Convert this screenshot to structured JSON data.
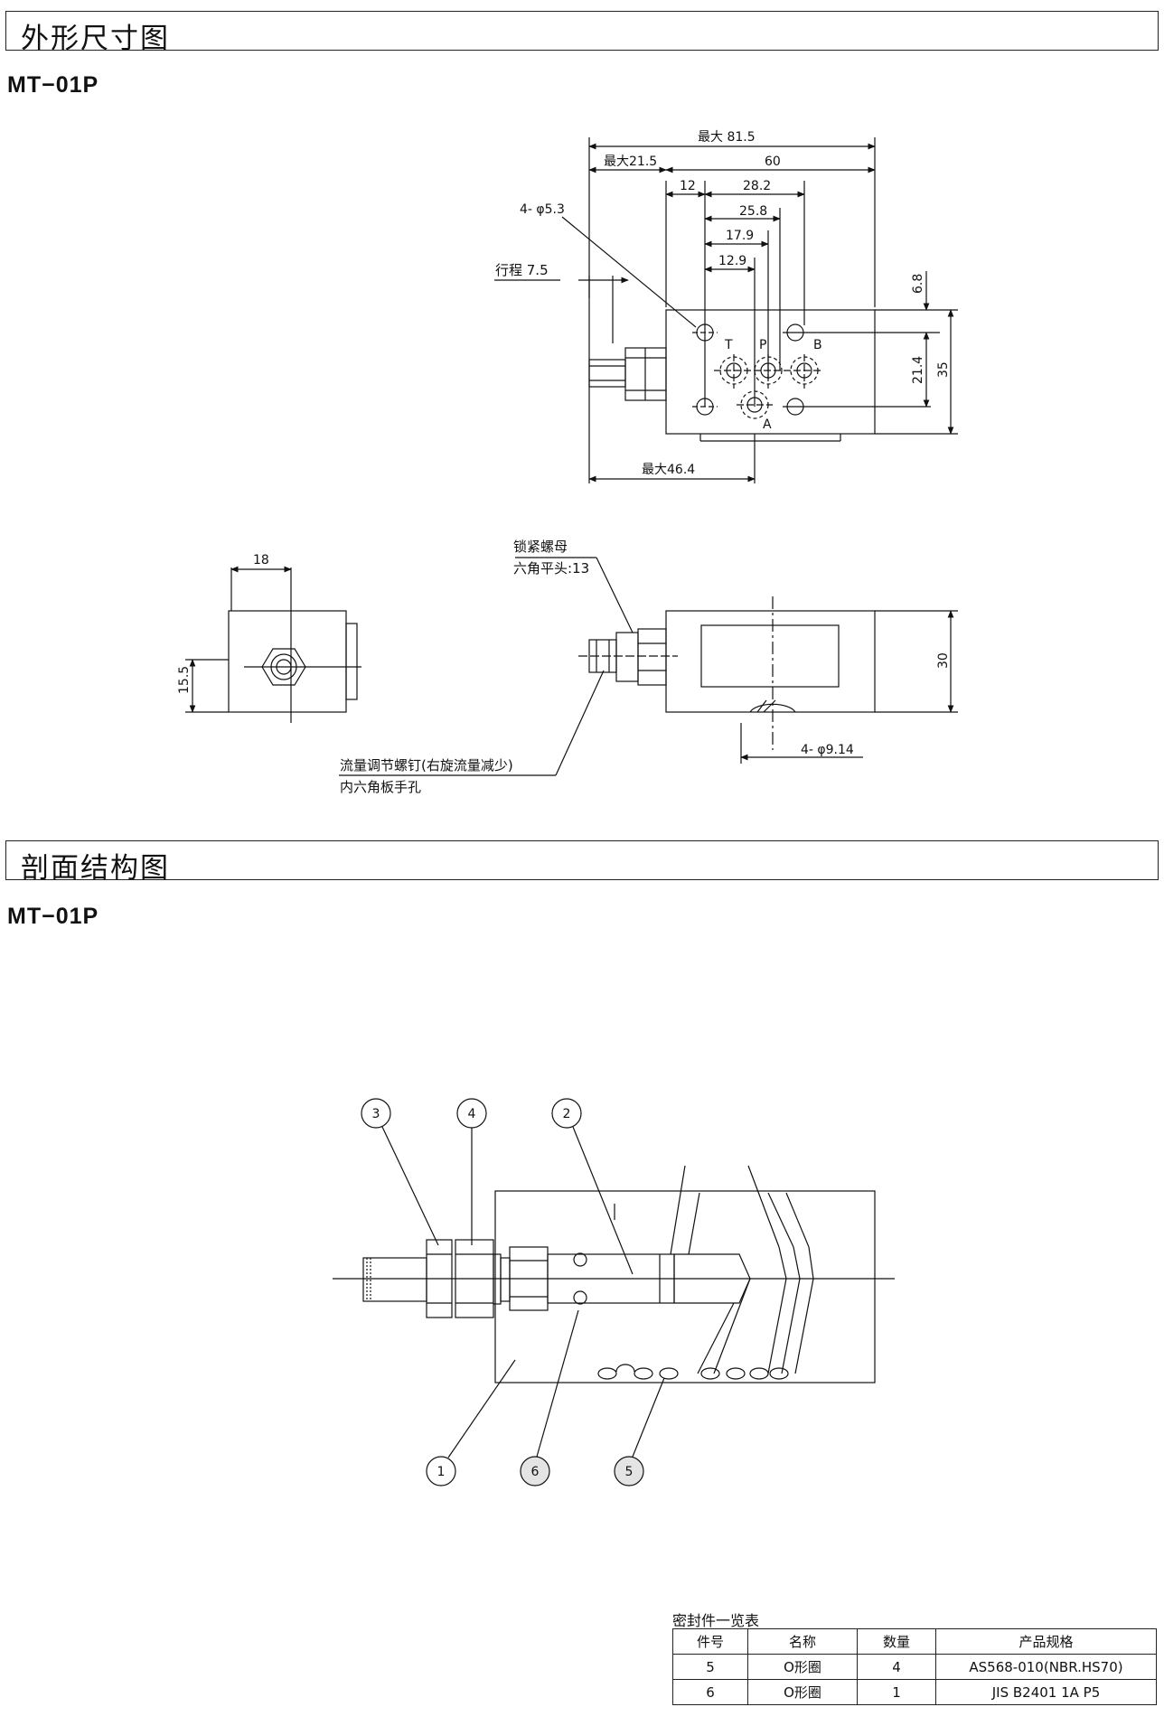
{
  "sections": [
    {
      "title": "外形尺寸图",
      "model": "MT−01P"
    },
    {
      "title": "剖面结构图",
      "model": "MT−01P"
    }
  ],
  "dims": {
    "max_81_5": "最大 81.5",
    "max_21_5": "最大21.5",
    "d60": "60",
    "d12": "12",
    "d28_2": "28.2",
    "d25_8": "25.8",
    "d17_9": "17.9",
    "d12_9": "12.9",
    "hole_4_53": "4- φ5.3",
    "stroke": "行程 7.5",
    "d6_8": "6.8",
    "d21_4": "21.4",
    "d35": "35",
    "max_46_4": "最大46.4",
    "port_t": "T",
    "port_p": "P",
    "port_b": "B",
    "port_a": "A",
    "d18": "18",
    "d15_5": "15.5",
    "locknut_1": "锁紧螺母",
    "locknut_2": "六角平头:13",
    "d30": "30",
    "hole_4_914": "4- φ9.14",
    "screw_1": "流量调节螺钉(右旋流量减少)",
    "screw_2": "内六角板手孔"
  },
  "balloons": [
    "1",
    "2",
    "3",
    "4",
    "5",
    "6"
  ],
  "seal_table": {
    "title": "密封件一览表",
    "headers": [
      "件号",
      "名称",
      "数量",
      "产品规格"
    ],
    "rows": [
      [
        "5",
        "O形圈",
        "4",
        "AS568-010(NBR.HS70)"
      ],
      [
        "6",
        "O形圈",
        "1",
        "JIS  B2401  1A  P5"
      ]
    ]
  }
}
